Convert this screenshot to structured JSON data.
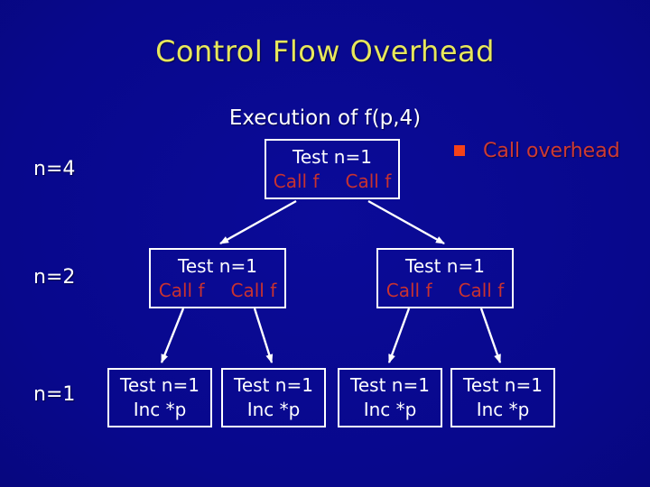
{
  "slide": {
    "title": "Control Flow Overhead",
    "subtitle": "Execution of f(p,4)",
    "legend": {
      "bullet_icon": "square-bullet-icon",
      "bullet_color": "#f54218",
      "label": "Call overhead",
      "label_color": "#cd3a33"
    },
    "row_labels": [
      {
        "label": "n=4"
      },
      {
        "label": "n=2"
      },
      {
        "label": "n=1"
      }
    ],
    "colors": {
      "background": "#08088c",
      "title_text": "#e7e75c",
      "body_text": "#ffffff",
      "call_text": "#c83230",
      "box_border": "#ffffff",
      "arrow": "#ffffff"
    },
    "tree": {
      "root": {
        "test": "Test n=1",
        "calls": [
          "Call f",
          "Call f"
        ]
      },
      "level2": [
        {
          "test": "Test n=1",
          "calls": [
            "Call f",
            "Call f"
          ]
        },
        {
          "test": "Test n=1",
          "calls": [
            "Call f",
            "Call f"
          ]
        }
      ],
      "leaves": [
        {
          "test": "Test n=1",
          "action": "Inc *p"
        },
        {
          "test": "Test n=1",
          "action": "Inc *p"
        },
        {
          "test": "Test n=1",
          "action": "Inc *p"
        },
        {
          "test": "Test n=1",
          "action": "Inc *p"
        }
      ]
    }
  }
}
